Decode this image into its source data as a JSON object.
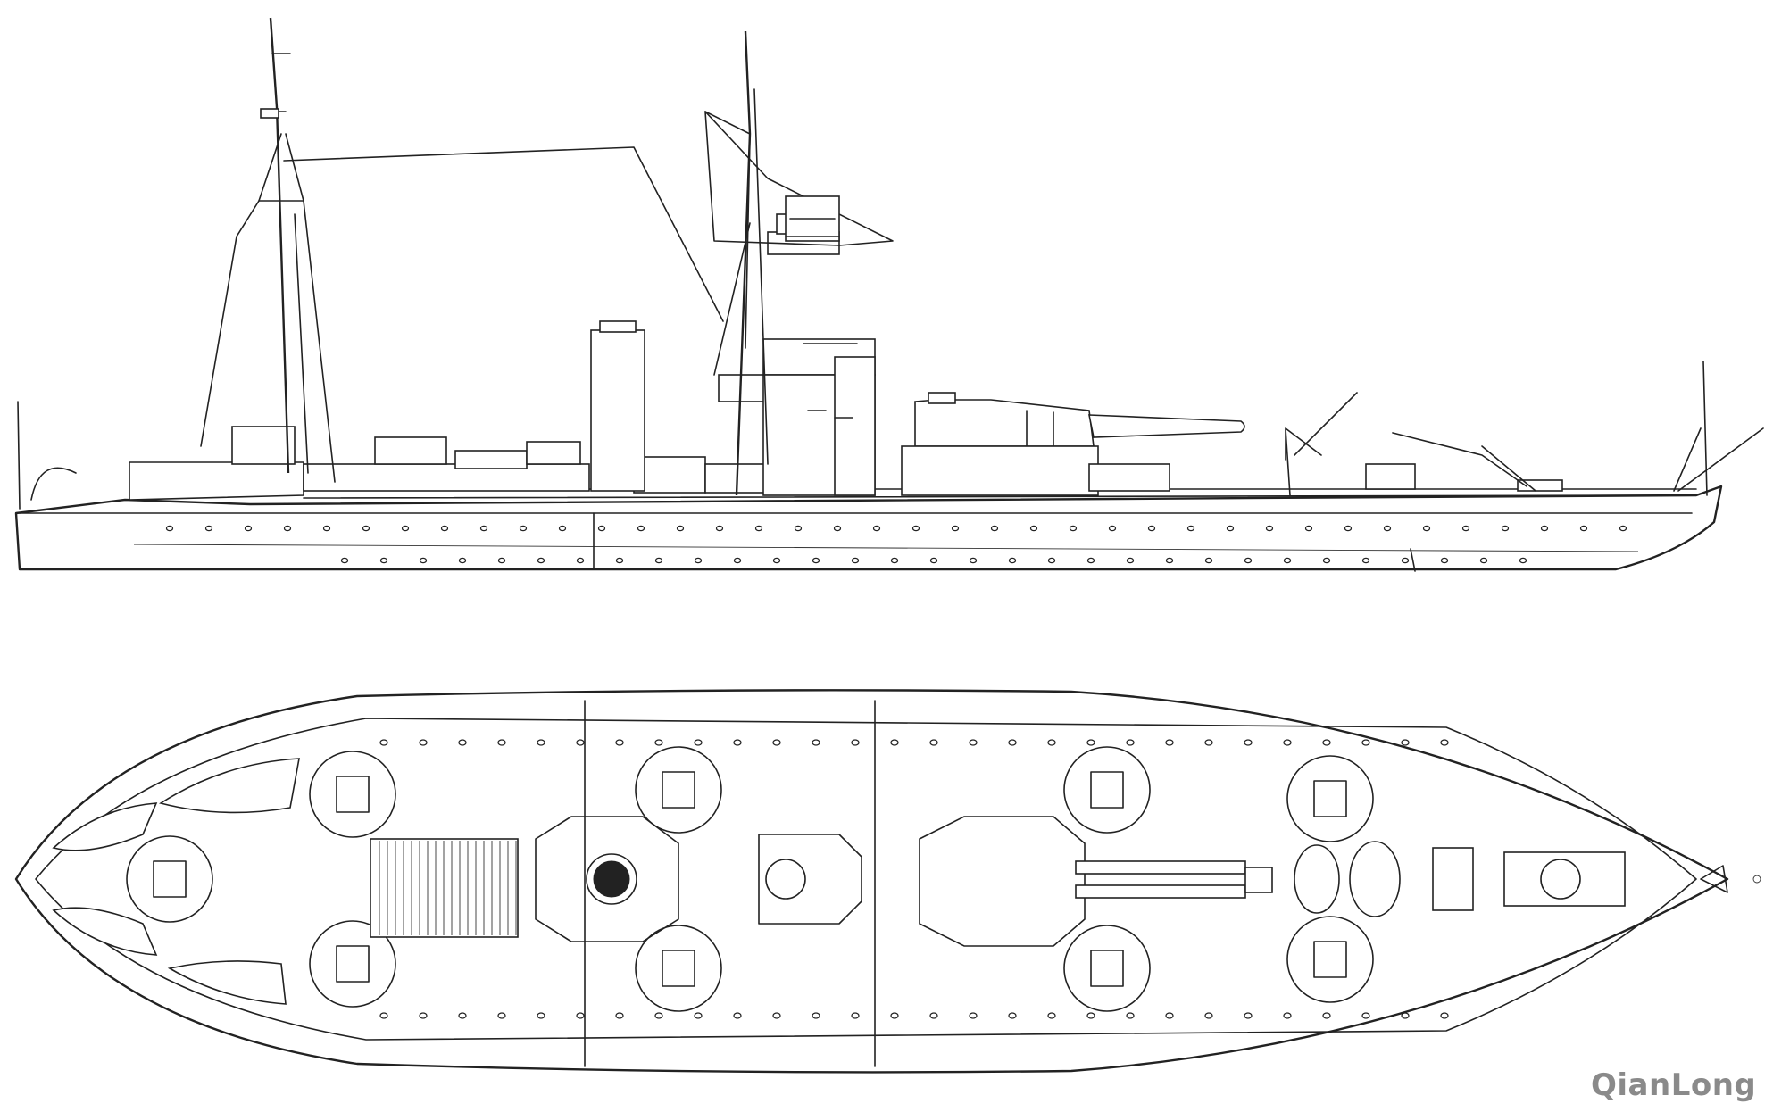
{
  "watermark": {
    "text": "QianLong",
    "color": "#8a8a8a"
  },
  "views": [
    {
      "name": "side-elevation-view"
    },
    {
      "name": "top-plan-view"
    }
  ],
  "colors": {
    "line": "#222222",
    "background": "#ffffff"
  }
}
